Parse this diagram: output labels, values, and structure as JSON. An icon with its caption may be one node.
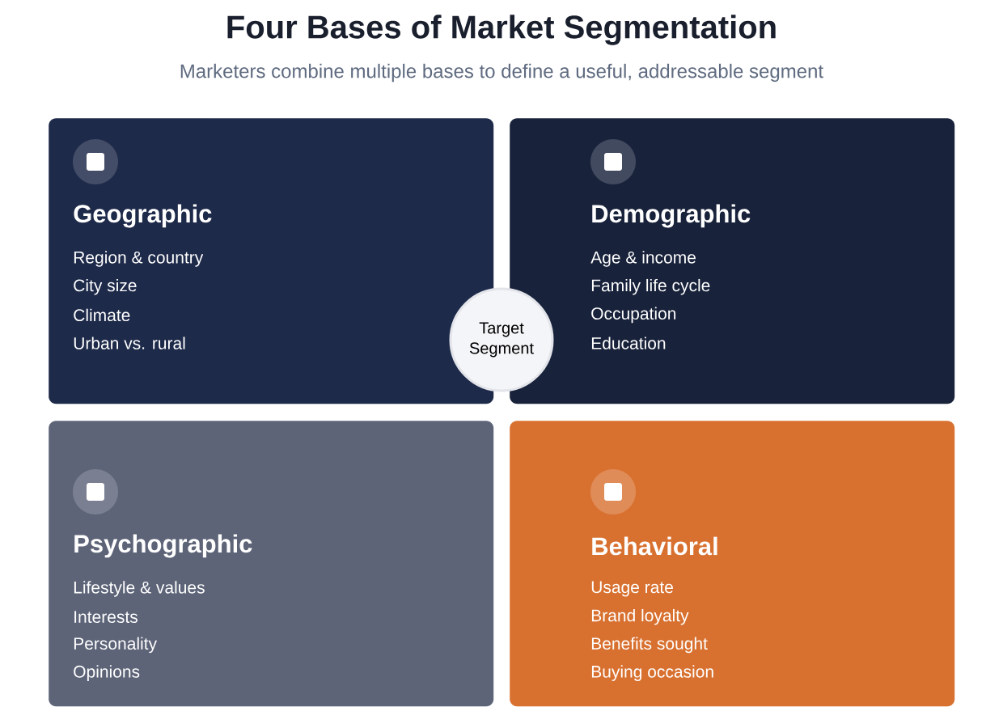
{
  "diagram": {
    "title": "Four Bases of Market Segmentation",
    "caption": "Marketers combine multiple bases to define a useful, addressable segment",
    "nodes": [
      {
        "text": [
          "Geographic",
          "Region & country",
          "City size",
          "Climate",
          "Urban vs. rural"
        ]
      },
      {
        "text": [
          "Demographic",
          "Age & income",
          "Family life cycle",
          "Occupation",
          "Education"
        ]
      },
      {
        "text": [
          "Target Segment"
        ]
      },
      {
        "text": [
          "Psychographic",
          "Lifestyle & values",
          "Interests",
          "Personality",
          "Opinions"
        ]
      },
      {
        "text": [
          "Behavioral",
          "Usage rate",
          "Brand loyalty",
          "Benefits sought",
          "Buying occasion"
        ]
      }
    ]
  }
}
